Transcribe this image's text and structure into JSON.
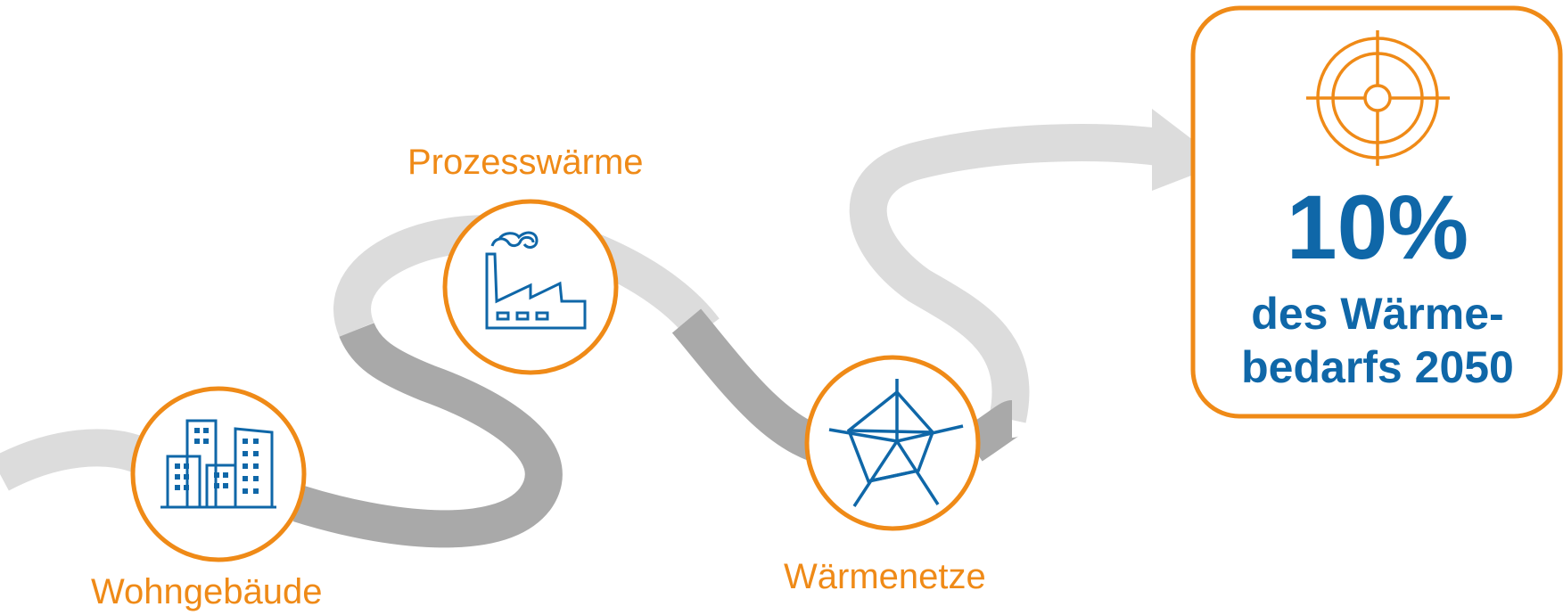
{
  "colors": {
    "accent": "#ef8a17",
    "icon_blue": "#0f67a8",
    "road_light": "#dcdcdc",
    "road_dark": "#a9a9a9"
  },
  "stations": [
    {
      "label": "Wohngebäude",
      "icon": "apartment-buildings-icon"
    },
    {
      "label": "Prozesswärme",
      "icon": "factory-icon"
    },
    {
      "label": "Wärmenetze",
      "icon": "network-star-icon"
    }
  ],
  "goal": {
    "icon": "target-crosshair-icon",
    "value": "10%",
    "line1": "des Wärme-",
    "line2": "bedarfs 2050"
  }
}
